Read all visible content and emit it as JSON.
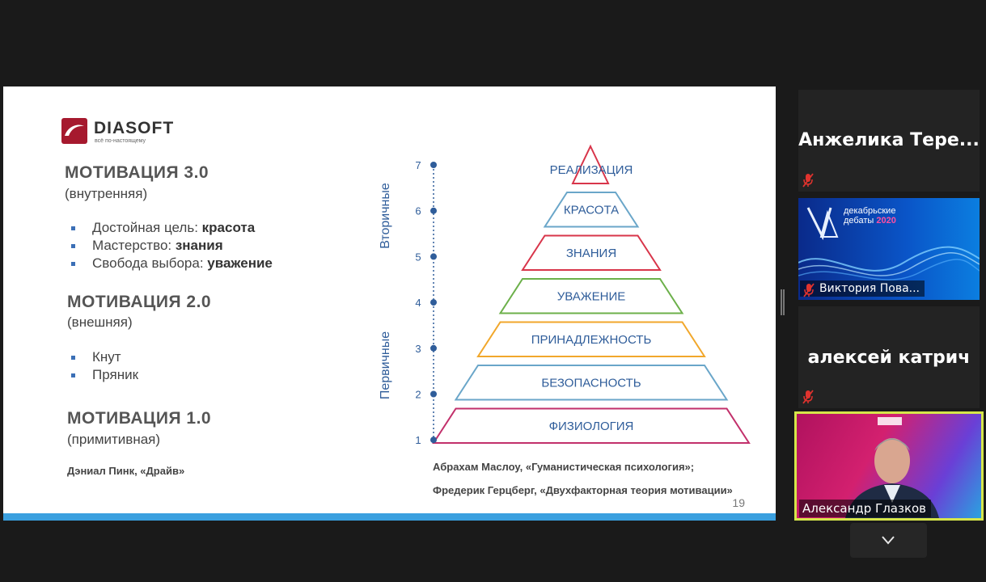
{
  "slide": {
    "logo": {
      "brand": "DIASOFT",
      "tagline": "всё по-настоящему"
    },
    "motivation3": {
      "title": "МОТИВАЦИЯ 3.0",
      "subtitle": "(внутренняя)"
    },
    "motivation3_bullets": [
      {
        "text": "Достойная цель: ",
        "bold": "красота"
      },
      {
        "text": "Мастерство: ",
        "bold": "знания"
      },
      {
        "text": "Свобода выбора: ",
        "bold": "уважение"
      }
    ],
    "motivation2": {
      "title": "МОТИВАЦИЯ 2.0",
      "subtitle": "(внешняя)"
    },
    "motivation2_bullets": [
      "Кнут",
      "Пряник"
    ],
    "motivation1": {
      "title": "МОТИВАЦИЯ 1.0",
      "subtitle": "(примитивная)"
    },
    "credit_pink": "Дэниал Пинк, «Драйв»",
    "credit_maslow": "Абрахам Маслоу, «Гуманистическая психология»;",
    "credit_herzberg": "Фредерик Герцберг, «Двухфакторная теория мотивации»",
    "page_number": "19",
    "axis_secondary": "Вторичные",
    "axis_primary": "Первичные",
    "levels": [
      {
        "n": "7",
        "label": "РЕАЛИЗАЦИЯ",
        "color": "#d8354a"
      },
      {
        "n": "6",
        "label": "КРАСОТА",
        "color": "#6aa6c9"
      },
      {
        "n": "5",
        "label": "ЗНАНИЯ",
        "color": "#d8354a"
      },
      {
        "n": "4",
        "label": "УВАЖЕНИЕ",
        "color": "#6cb04a"
      },
      {
        "n": "3",
        "label": "ПРИНАДЛЕЖНОСТЬ",
        "color": "#f1a72b"
      },
      {
        "n": "2",
        "label": "БЕЗОПАСНОСТЬ",
        "color": "#6aa6c9"
      },
      {
        "n": "1",
        "label": "ФИЗИОЛОГИЯ",
        "color": "#c2306b"
      }
    ],
    "level_text_color": "#2f5d9a",
    "axis_color": "#2f5d9a"
  },
  "participants": [
    {
      "name": "Анжелика  Тере...",
      "muted": true
    },
    {
      "name": "Виктория Пова...",
      "muted": true,
      "banner_line1": "декабрьские",
      "banner_line2": "дебаты",
      "banner_year": "2020"
    },
    {
      "name": "алексей катрич",
      "muted": true
    },
    {
      "name": "Александр Глазков",
      "active": true
    }
  ],
  "colors": {
    "active_border": "#d6e64a",
    "mute_icon": "#e0332e"
  }
}
